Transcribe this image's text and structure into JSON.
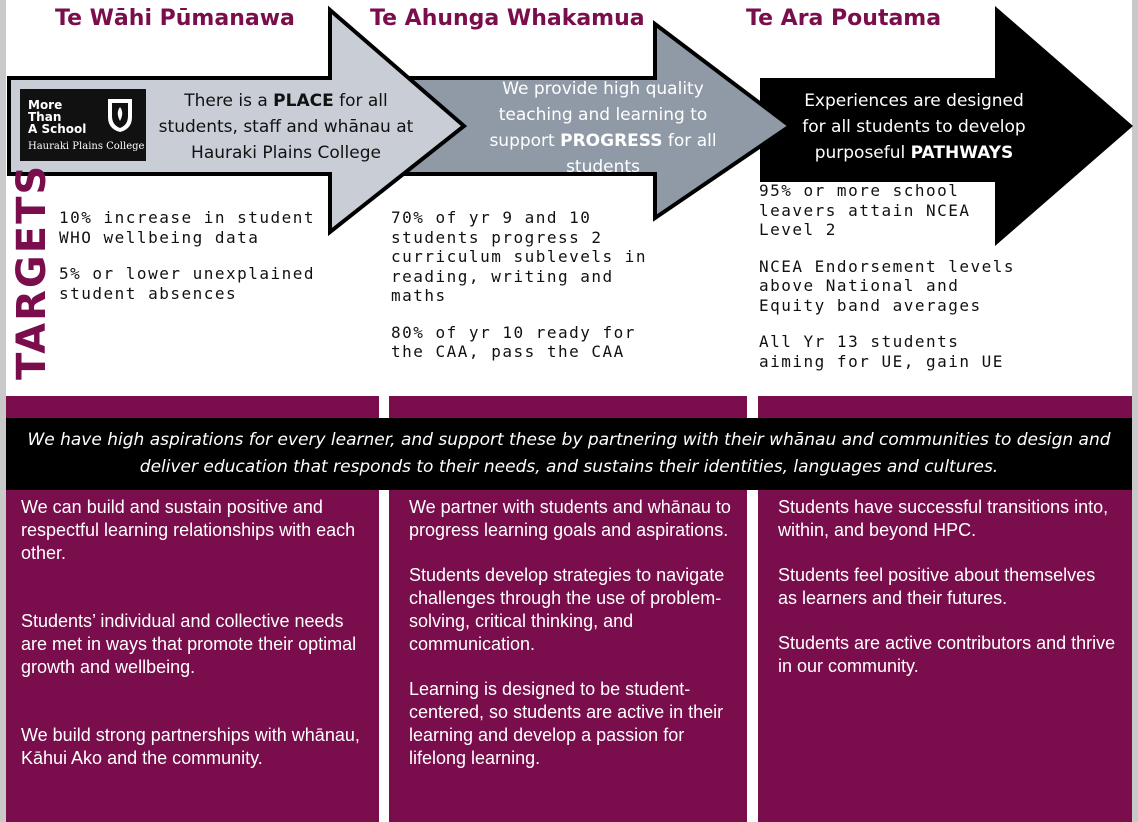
{
  "headings": [
    "Te Wāhi  Pūmanawa",
    "Te Ahunga Whakamua",
    "Te Ara Poutama"
  ],
  "arrows": [
    {
      "pre": "There is a ",
      "bold": "PLACE",
      "post": " for all students, staff and whānau at Hauraki Plains College"
    },
    {
      "pre": "We provide high quality teaching and learning to support ",
      "bold": "PROGRESS",
      "post": " for all students"
    },
    {
      "pre": "Experiences are designed for all students to develop purposeful ",
      "bold": "PATHWAYS",
      "post": ""
    }
  ],
  "logo": {
    "line1": "More",
    "line2": "Than",
    "line3": "A School",
    "sub": "Hauraki Plains College"
  },
  "targets_label": "TARGETS",
  "targets": [
    [
      "10% increase in student WHO wellbeing data",
      "5% or lower unexplained student absences"
    ],
    [
      "70% of yr 9 and 10 students progress 2 curriculum sublevels in reading, writing and maths",
      "80% of yr 10 ready for the CAA, pass the CAA"
    ],
    [
      "95% or more school leavers attain NCEA Level 2",
      "NCEA Endorsement levels above National and Equity band averages",
      "All Yr 13 students aiming for UE, gain UE"
    ]
  ],
  "banner": "We have high aspirations for every learner, and support these by partnering with their whānau and communities to design and deliver education that responds to their needs, and sustains their identities, languages and cultures.",
  "pillars": [
    [
      "We can build and sustain positive and respectful learning relationships with each other.",
      "Students’ individual and collective needs are met in ways that promote their optimal growth and wellbeing.",
      "We build strong partnerships with whānau, Kāhui Ako and the community."
    ],
    [
      "We partner with students and whānau to progress learning goals and aspirations.",
      "Students develop strategies to navigate challenges through the use of problem-solving, critical thinking, and communication.",
      "Learning is designed to be student-centered, so students are active in their learning and develop a passion for lifelong learning."
    ],
    [
      "Students have successful transitions into, within, and beyond HPC.",
      "Students feel positive about themselves as learners and their futures.",
      "Students are active contributors and thrive in our community."
    ]
  ],
  "colors": {
    "maroon": "#7a0e4c",
    "light_arrow": "#c9ced6",
    "mid_arrow": "#8f9aa6",
    "dark_arrow": "#000000"
  }
}
